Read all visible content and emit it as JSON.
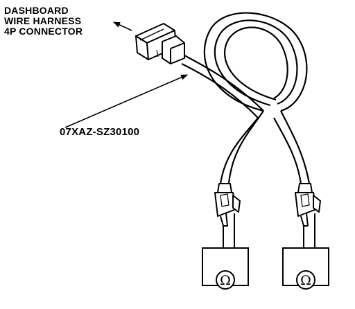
{
  "callouts": {
    "connector_lines": [
      "DASHBOARD",
      "WIRE HARNESS",
      "4P CONNECTOR"
    ],
    "part_number": "07XAZ-SZ30100"
  },
  "meters": [
    {
      "symbol": "Ω"
    },
    {
      "symbol": "Ω"
    }
  ]
}
